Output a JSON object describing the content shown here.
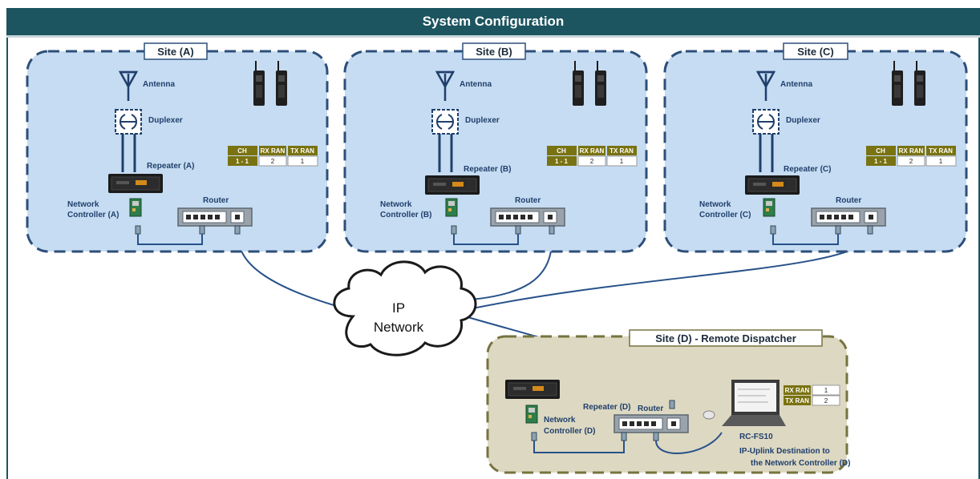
{
  "title": "System Configuration",
  "sites": [
    {
      "name": "Site (A)",
      "repeater": "Repeater (A)",
      "nc_line1": "Network",
      "nc_line2": "Controller (A)"
    },
    {
      "name": "Site (B)",
      "repeater": "Repeater (B)",
      "nc_line1": "Network",
      "nc_line2": "Controller (B)"
    },
    {
      "name": "Site (C)",
      "repeater": "Repeater (C)",
      "nc_line1": "Network",
      "nc_line2": "Controller (C)"
    }
  ],
  "common": {
    "antenna": "Antenna",
    "duplexer": "Duplexer",
    "router": "Router"
  },
  "ch_table": {
    "headers": [
      "CH",
      "RX RAN",
      "TX RAN"
    ],
    "row": [
      "1 - 1",
      "2",
      "1"
    ]
  },
  "network": {
    "line1": "IP",
    "line2": "Network"
  },
  "site_d": {
    "name": "Site (D) - Remote Dispatcher",
    "repeater": "Repeater (D)",
    "nc_line1": "Network",
    "nc_line2": "Controller (D)",
    "router": "Router",
    "pc_label": "RC-FS10",
    "uplink_line1": "IP-Uplink Destination to",
    "uplink_line2": "the Network Controller (D)",
    "ran_table": [
      {
        "label": "RX RAN",
        "value": "1"
      },
      {
        "label": "TX RAN",
        "value": "2"
      }
    ]
  },
  "colors": {
    "header": "#1c5460",
    "site_fill": "#c6dcf2",
    "site_border": "#2d4f79",
    "site_d_fill": "#ddd8c2",
    "site_d_border": "#76733f",
    "table_header": "#7a7311",
    "cable": "#26518a"
  }
}
